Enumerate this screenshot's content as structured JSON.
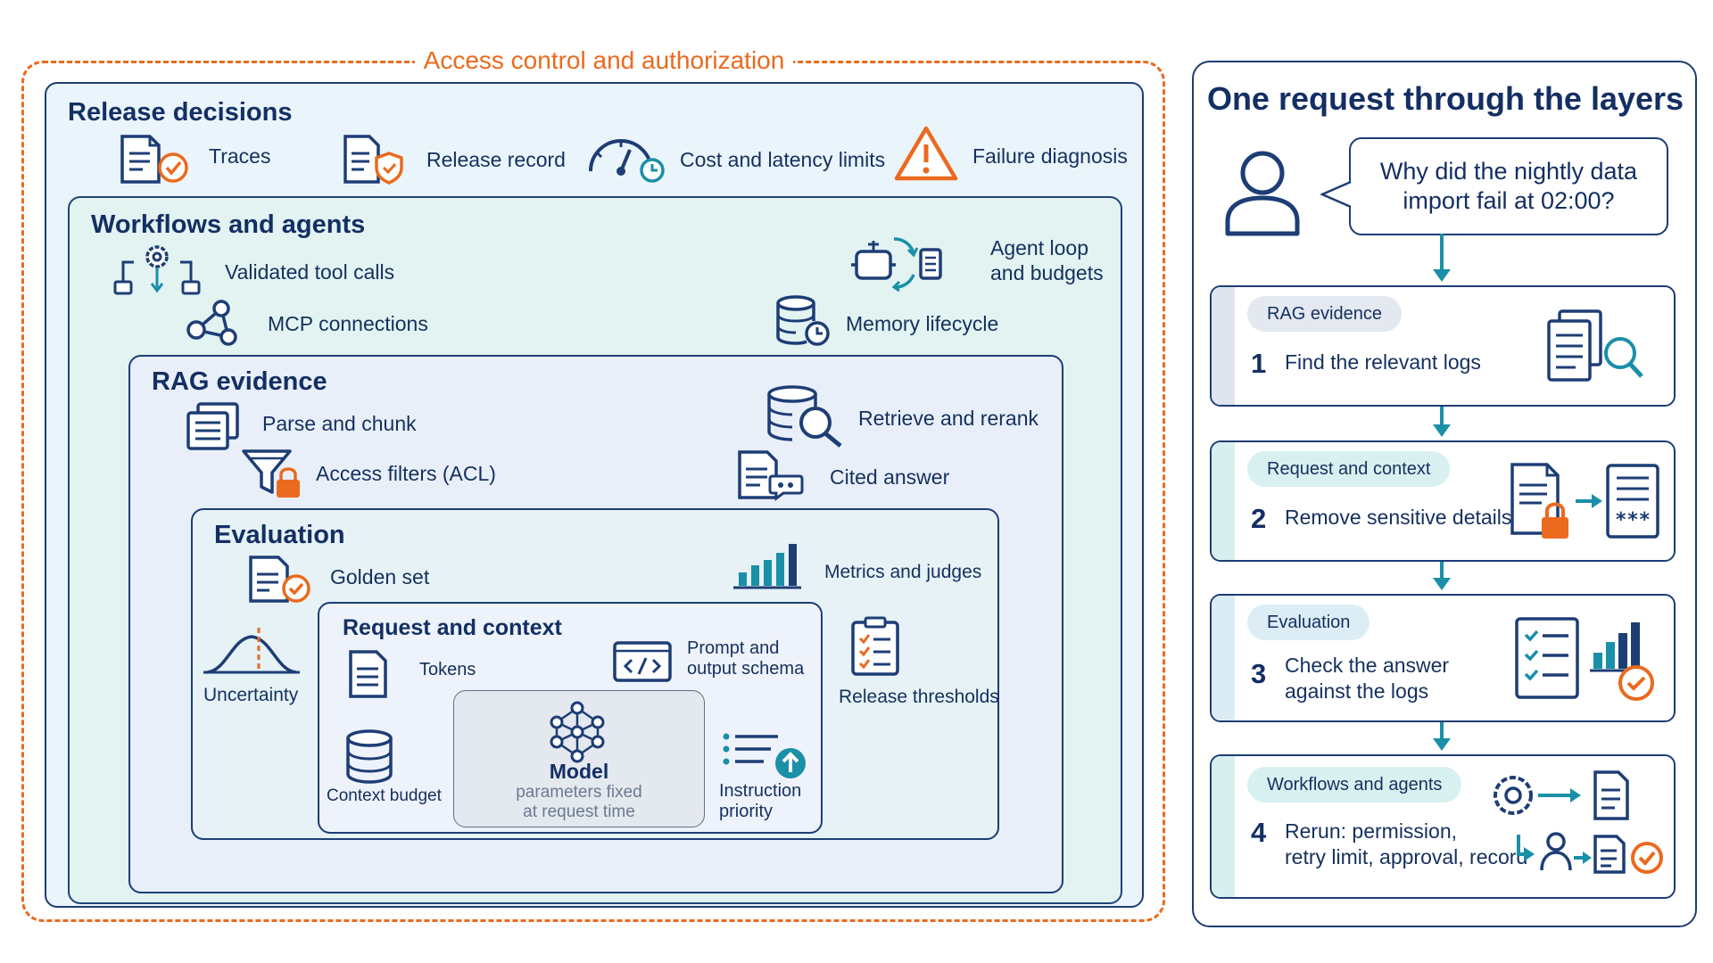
{
  "access_title": "Access control and authorization",
  "colors": {
    "navy": "#1d3d75",
    "orange": "#ea6a1f",
    "teal": "#1a8fa8"
  },
  "release": {
    "title": "Release decisions",
    "traces": "Traces",
    "release_record": "Release record",
    "cost_latency": "Cost and latency limits",
    "failure_diagnosis": "Failure diagnosis"
  },
  "workflows": {
    "title": "Workflows and agents",
    "validated_tool_calls": "Validated tool calls",
    "mcp_connections": "MCP connections",
    "agent_loop_line1": "Agent loop",
    "agent_loop_line2": "and budgets",
    "memory_lifecycle": "Memory lifecycle"
  },
  "rag": {
    "title": "RAG evidence",
    "parse_chunk": "Parse and chunk",
    "access_filters": "Access filters (ACL)",
    "retrieve_rerank": "Retrieve and rerank",
    "cited_answer": "Cited answer"
  },
  "evaluation": {
    "title": "Evaluation",
    "golden_set": "Golden set",
    "metrics_judges": "Metrics and judges",
    "uncertainty": "Uncertainty",
    "release_thresholds": "Release thresholds"
  },
  "request": {
    "title": "Request and context",
    "tokens": "Tokens",
    "prompt_line1": "Prompt and",
    "prompt_line2": "output schema",
    "context_budget": "Context budget",
    "instruction_line1": "Instruction",
    "instruction_line2": "priority"
  },
  "model": {
    "title": "Model",
    "sub_line1": "parameters fixed",
    "sub_line2": "at request time"
  },
  "right": {
    "title": "One request through the layers",
    "question_line1": "Why did the nightly data",
    "question_line2": "import fail at 02:00?",
    "steps": [
      {
        "pill": "RAG evidence",
        "num": "1",
        "line1": "Find the relevant logs",
        "line2": ""
      },
      {
        "pill": "Request and context",
        "num": "2",
        "line1": "Remove sensitive details",
        "line2": ""
      },
      {
        "pill": "Evaluation",
        "num": "3",
        "line1": "Check the answer",
        "line2": "against the logs"
      },
      {
        "pill": "Workflows and agents",
        "num": "4",
        "line1": "Rerun: permission,",
        "line2": "retry limit, approval, record"
      }
    ]
  }
}
